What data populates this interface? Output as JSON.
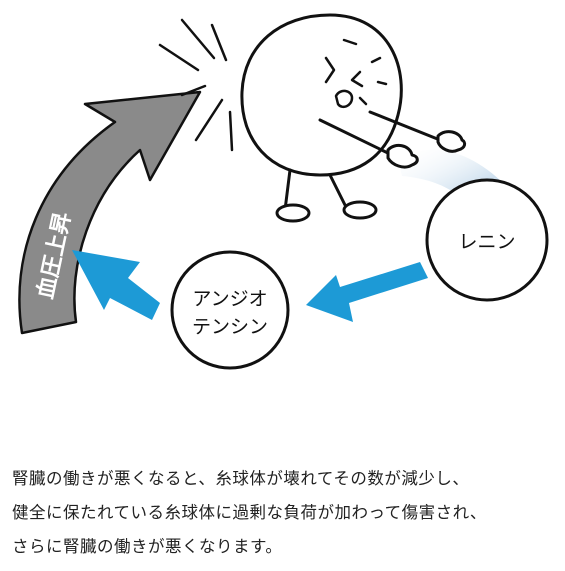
{
  "diagram": {
    "arrow_label": "血圧上昇",
    "renin_label": "レニン",
    "angiotensin_label_line1": "アンジオ",
    "angiotensin_label_line2": "テンシン",
    "colors": {
      "gray_arrow": "#8a8a8a",
      "blue_arrow": "#1d9ad6",
      "outline": "#111111",
      "spray": "#9ec4e0"
    }
  },
  "caption": {
    "line1": "腎臓の働きが悪くなると、糸球体が壊れてその数が減少し、",
    "line2": "健全に保たれている糸球体に過剰な負荷が加わって傷害され、",
    "line3": "さらに腎臓の働きが悪くなります。"
  }
}
